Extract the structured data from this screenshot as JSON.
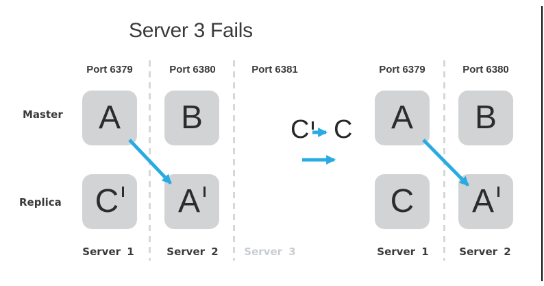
{
  "title": "Server 3 Fails",
  "row_labels": {
    "master": "Master",
    "replica": "Replica"
  },
  "left_cluster": {
    "ports": [
      "Port 6379",
      "Port 6380",
      "Port 6381"
    ],
    "master_nodes": [
      {
        "letter": "A",
        "prime": false
      },
      {
        "letter": "B",
        "prime": false
      }
    ],
    "replica_nodes": [
      {
        "letter": "C",
        "prime": true
      },
      {
        "letter": "A",
        "prime": true
      }
    ],
    "servers": [
      "Server 1",
      "Server 2",
      "Server 3"
    ]
  },
  "right_cluster": {
    "ports": [
      "Port 6379",
      "Port 6380"
    ],
    "master_nodes": [
      {
        "letter": "A",
        "prime": false
      },
      {
        "letter": "B",
        "prime": false
      }
    ],
    "replica_nodes": [
      {
        "letter": "C",
        "prime": false
      },
      {
        "letter": "A",
        "prime": true
      }
    ],
    "servers": [
      "Server 1",
      "Server 2"
    ]
  },
  "promotion_note": {
    "from_letter": "C",
    "from_prime": true,
    "to_letter": "C"
  },
  "colors": {
    "arrow_blue": "#29abe2",
    "node_gray": "#d1d3d4",
    "text_dark": "#3a3a3c",
    "muted_gray": "#c9cdd2"
  }
}
